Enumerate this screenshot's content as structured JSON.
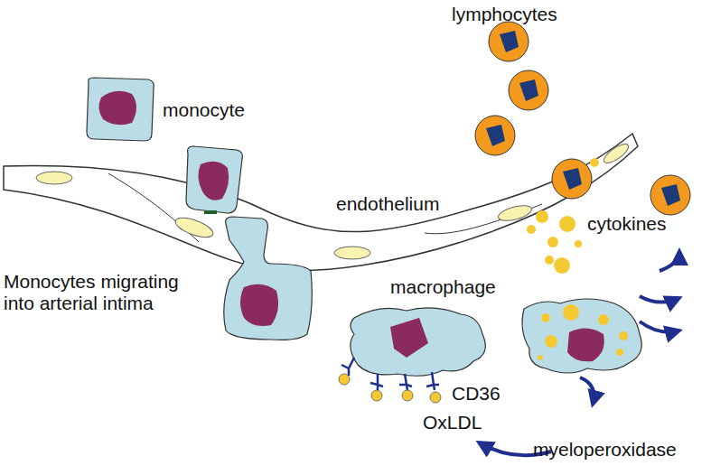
{
  "diagram": {
    "labels": [
      "lymphocytes",
      "monocyte",
      "endothelium",
      "cytokines",
      "Monocytes migrating into arterial intima",
      "macrophage",
      "CD36",
      "OxLDL",
      "myeloperoxidase"
    ]
  }
}
